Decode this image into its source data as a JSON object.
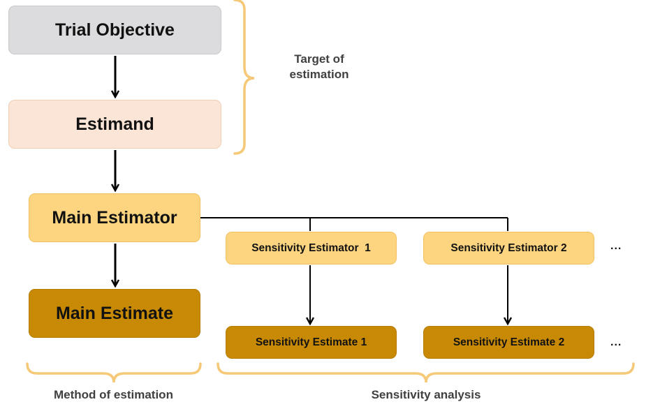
{
  "boxes": {
    "trial_objective": "Trial Objective",
    "estimand": "Estimand",
    "main_estimator": "Main Estimator",
    "main_estimate": "Main Estimate",
    "sensitivity_estimator_1": "Sensitivity Estimator  1",
    "sensitivity_estimator_2": "Sensitivity Estimator 2",
    "sensitivity_estimate_1": "Sensitivity Estimate 1",
    "sensitivity_estimate_2": "Sensitivity Estimate 2"
  },
  "labels": {
    "target_line1": "Target of",
    "target_line2": "estimation",
    "method": "Method of estimation",
    "sensitivity_analysis": "Sensitivity analysis"
  },
  "continuation": "...",
  "colors": {
    "grey_box": "#dcdcde",
    "peach_box": "#fbe5d6",
    "light_gold_box": "#fdd580",
    "dark_gold_box": "#c88a05",
    "brace": "#f5c978",
    "connector": "#000000"
  }
}
